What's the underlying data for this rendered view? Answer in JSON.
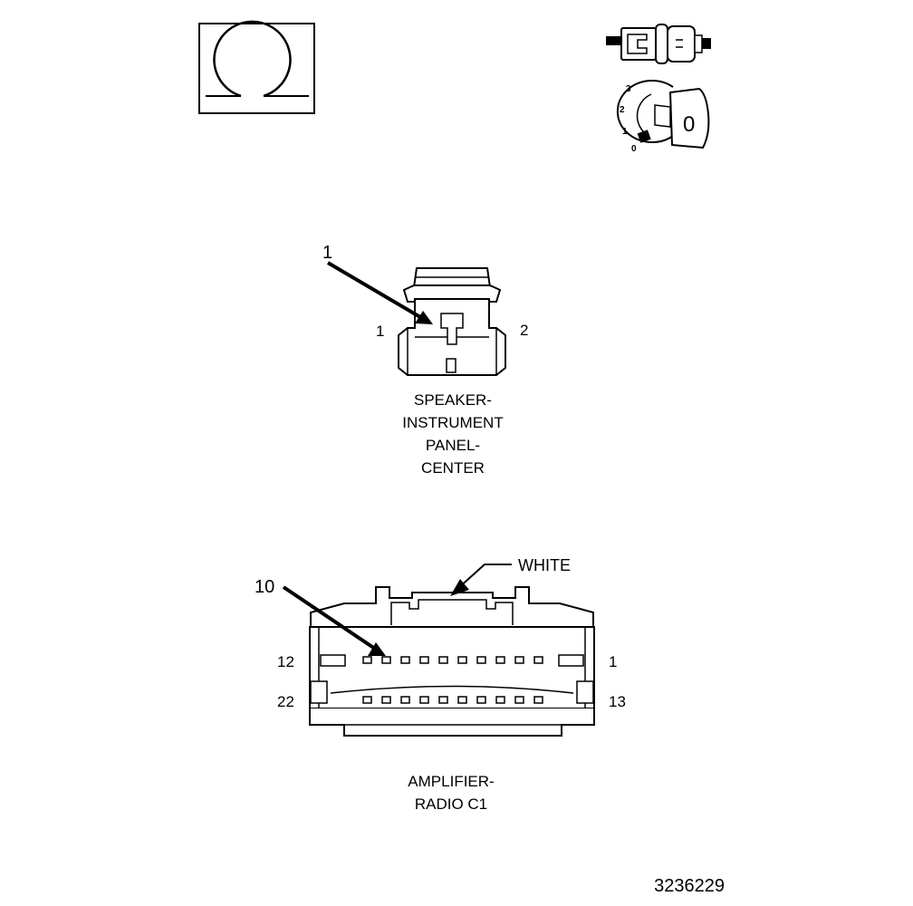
{
  "icons": {
    "test_meter": "ohmmeter-icon",
    "test_connection": "connector-pair-icon",
    "ignition": "ignition-key-icon"
  },
  "ignition": {
    "positions": [
      "3",
      "2",
      "1",
      "0"
    ],
    "key_label": "0"
  },
  "speaker_connector": {
    "callout": "1",
    "pin_left": "1",
    "pin_right": "2",
    "caption": [
      "SPEAKER-",
      "INSTRUMENT",
      "PANEL-",
      "CENTER"
    ]
  },
  "amplifier_connector": {
    "callout": "10",
    "color_label": "WHITE",
    "pin_top_left": "12",
    "pin_top_right": "1",
    "pin_bottom_left": "22",
    "pin_bottom_right": "13",
    "caption": [
      "AMPLIFIER-",
      "RADIO C1"
    ]
  },
  "figure_number": "3236229"
}
